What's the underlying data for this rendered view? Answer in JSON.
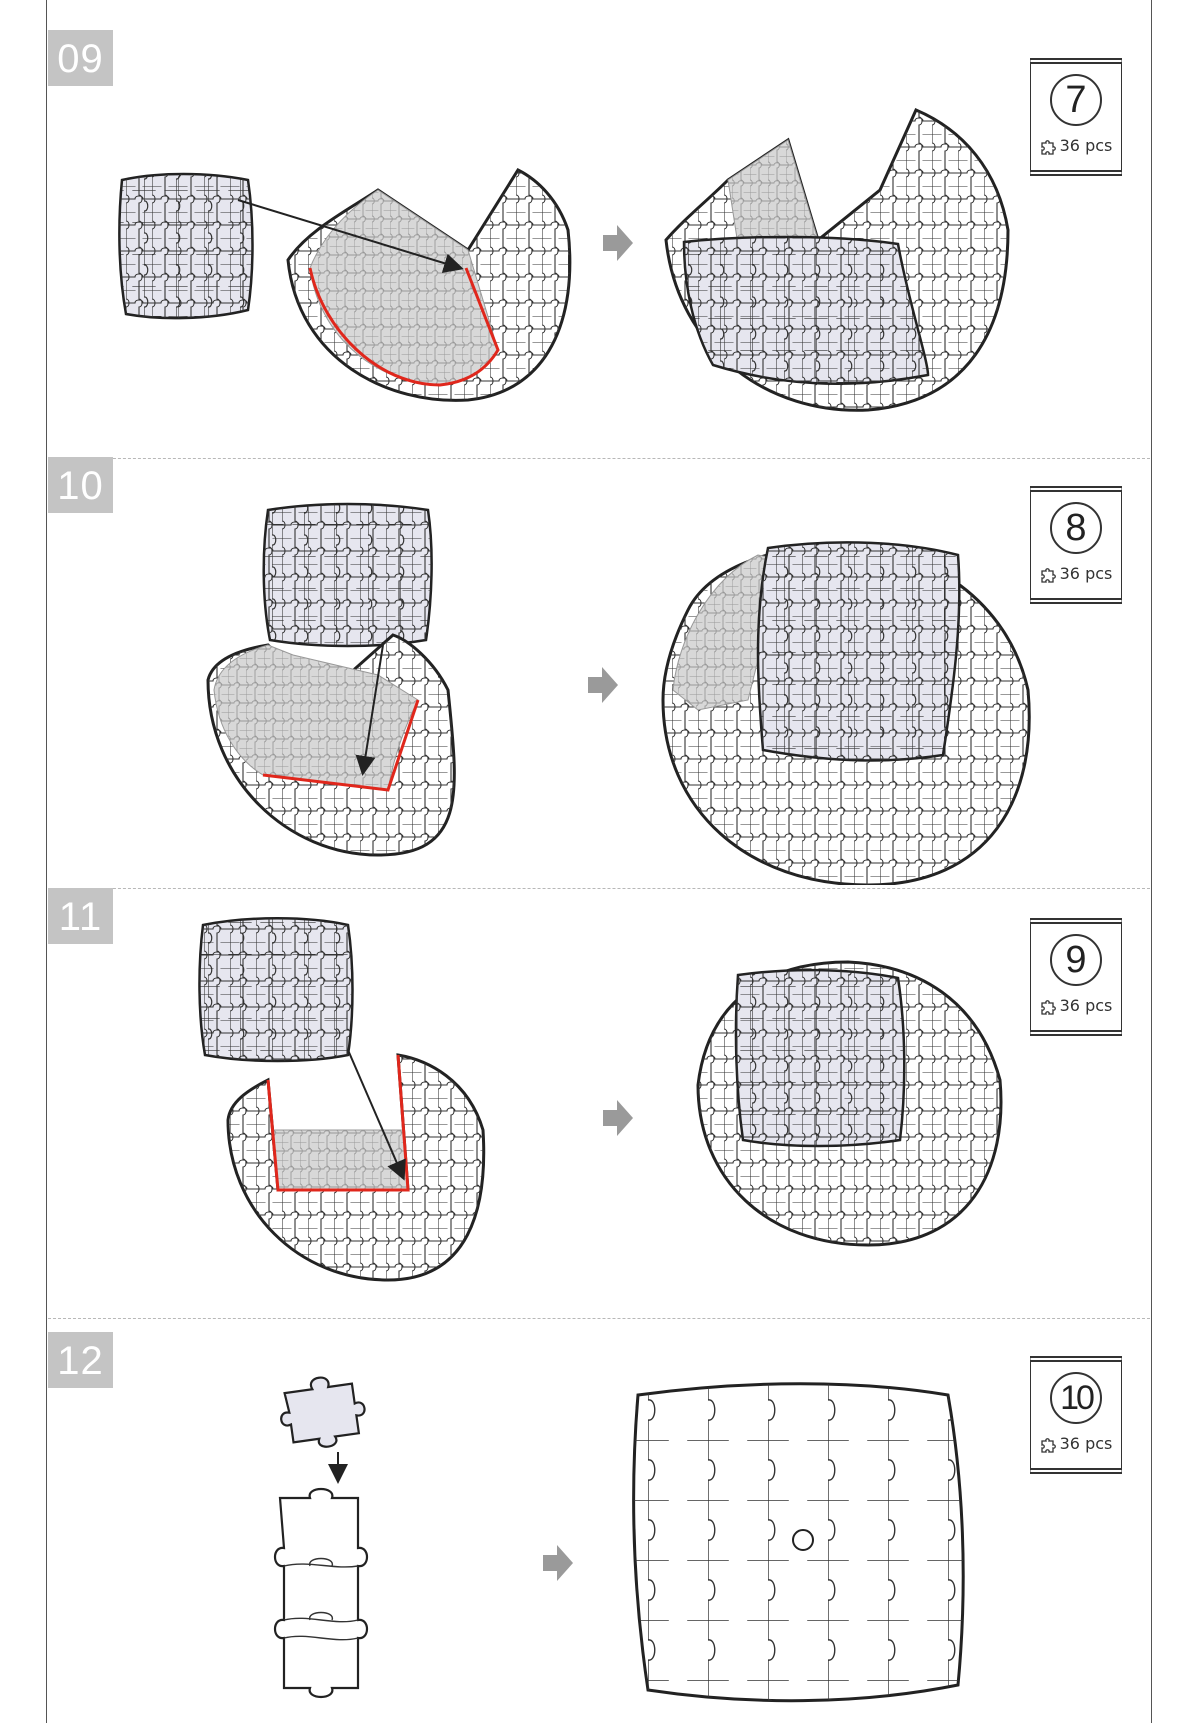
{
  "steps": [
    {
      "number": "09",
      "bag": {
        "bag_number": "7",
        "piece_count": "36 pcs"
      }
    },
    {
      "number": "10",
      "bag": {
        "bag_number": "8",
        "piece_count": "36 pcs"
      }
    },
    {
      "number": "11",
      "bag": {
        "bag_number": "9",
        "piece_count": "36 pcs"
      }
    },
    {
      "number": "12",
      "bag": {
        "bag_number": "10",
        "piece_count": "36 pcs"
      }
    }
  ],
  "colors": {
    "step_badge": "#c4c4c4",
    "piece_fill": "#e6e6ef",
    "inner_fill": "#d9d9d9",
    "highlight_edge": "#e0271c",
    "arrow": "#9a9a9a",
    "outline": "#222222"
  },
  "icons": {
    "next_arrow": "arrow-right-icon",
    "puzzle": "puzzle-piece-icon",
    "bag": "bag-icon"
  }
}
